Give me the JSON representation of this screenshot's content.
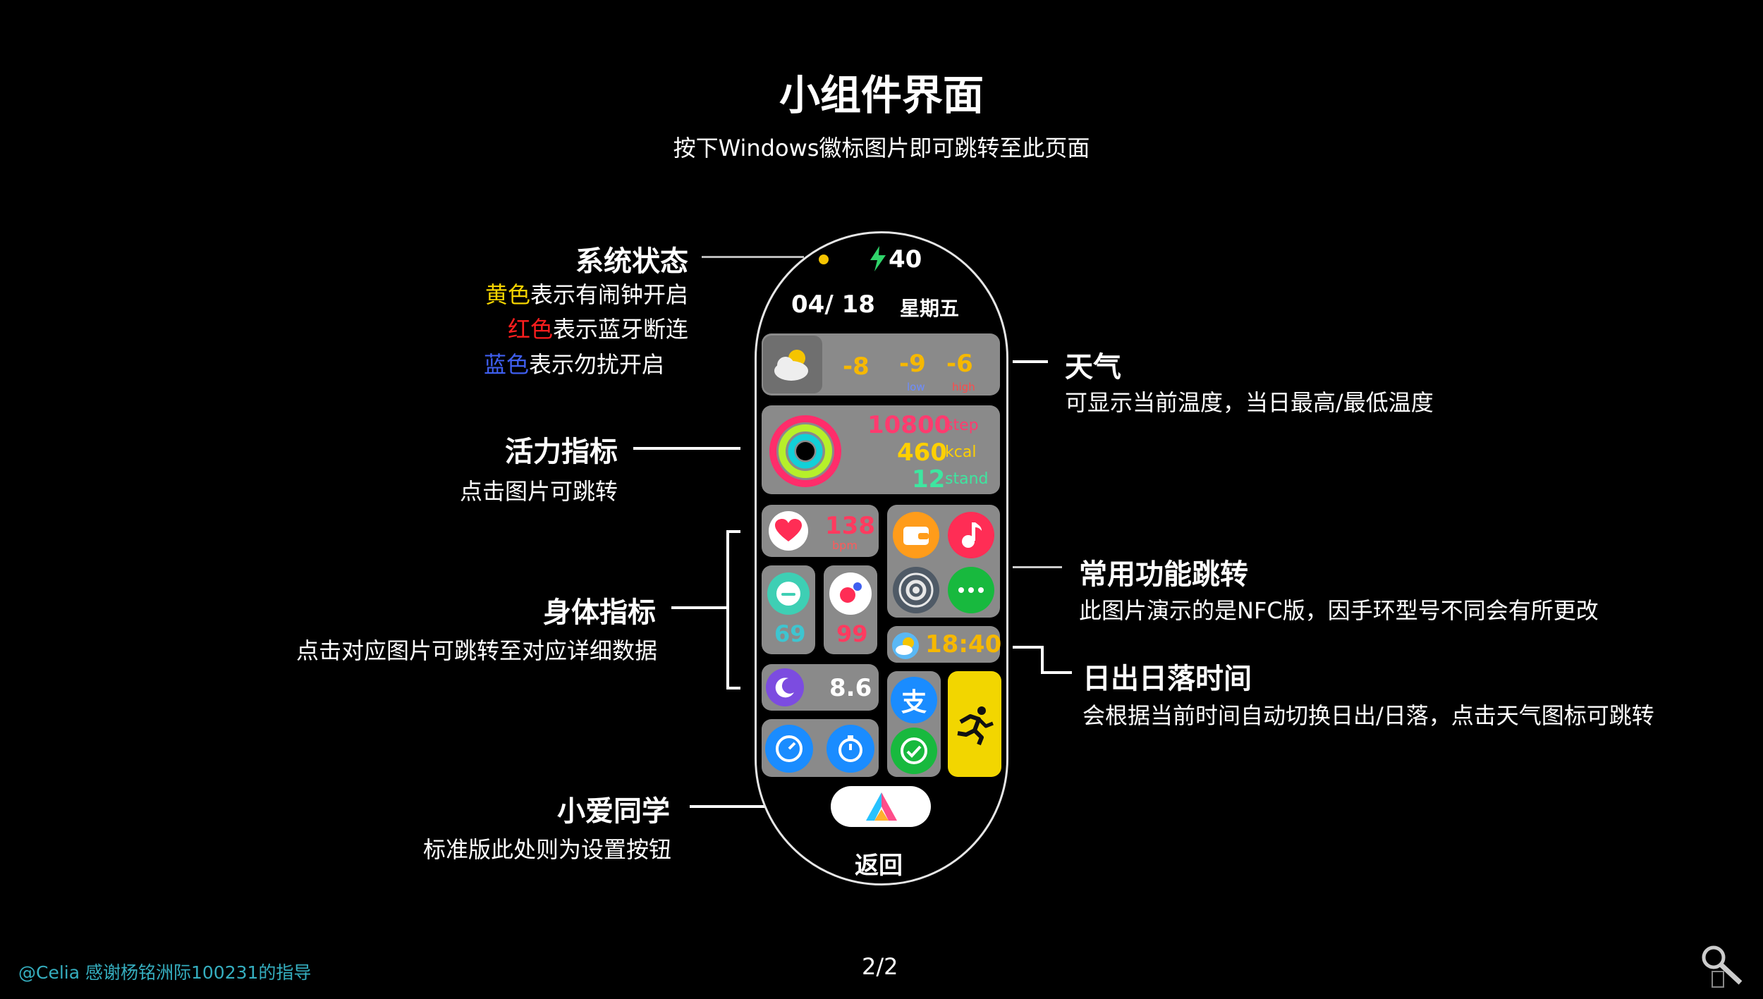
{
  "header": {
    "title": "小组件界面",
    "subtitle": "按下Windows徽标图片即可跳转至此页面"
  },
  "annotations": {
    "system_status": {
      "title": "系统状态",
      "lines": [
        {
          "color_word": "黄色",
          "color": "#f5d400",
          "text": "表示有闹钟开启"
        },
        {
          "color_word": "红色",
          "color": "#ff1e1e",
          "text": "表示蓝牙断连"
        },
        {
          "color_word": "蓝色",
          "color": "#3f5ff0",
          "text": "表示勿扰开启"
        }
      ]
    },
    "activity": {
      "title": "活力指标",
      "desc": "点击图片可跳转"
    },
    "body": {
      "title": "身体指标",
      "desc": "点击对应图片可跳转至对应详细数据"
    },
    "xiaoai": {
      "title": "小爱同学",
      "desc": "标准版此处则为设置按钮"
    },
    "weather": {
      "title": "天气",
      "desc": "可显示当前温度，当日最高/最低温度"
    },
    "shortcuts": {
      "title": "常用功能跳转",
      "desc": "此图片演示的是NFC版，因手环型号不同会有所更改"
    },
    "sun": {
      "title": "日出日落时间",
      "desc": "会根据当前时间自动切换日出/日落，点击天气图标可跳转"
    }
  },
  "band": {
    "status": {
      "dot_color": "#f5c400",
      "battery": "40",
      "bolt_color": "#2fd46a"
    },
    "date": "04/ 18",
    "weekday": "星期五",
    "weather": {
      "current": "-8",
      "low": "-9",
      "high": "-6",
      "low_label": "low",
      "high_label": "high",
      "accent": "#f6b800"
    },
    "activity": {
      "steps": "10800",
      "steps_unit": "step",
      "kcal": "460",
      "kcal_unit": "kcal",
      "stand": "12",
      "stand_unit": "stand"
    },
    "heart": {
      "value": "138",
      "unit": "bpm"
    },
    "stress": {
      "value": "69"
    },
    "spo2": {
      "value": "99"
    },
    "sleep": {
      "value": "8.6"
    },
    "sun_time": "18:40",
    "back_label": "返回",
    "icons": [
      "weather-cloud-icon",
      "activity-rings-icon",
      "heart-icon",
      "wallet-icon",
      "music-icon",
      "stress-icon",
      "spo2-icon",
      "settings-icon",
      "more-icon",
      "sunset-icon",
      "sleep-icon",
      "alipay-icon",
      "workout-icon",
      "timer-icon",
      "stopwatch-icon",
      "wechat-pay-icon",
      "xiaoai-icon"
    ]
  },
  "footer": {
    "credit": "@Celia  感谢杨铭洲际100231的指导",
    "page": "2/2",
    "logo_icon": "magnifier-logo-icon"
  }
}
